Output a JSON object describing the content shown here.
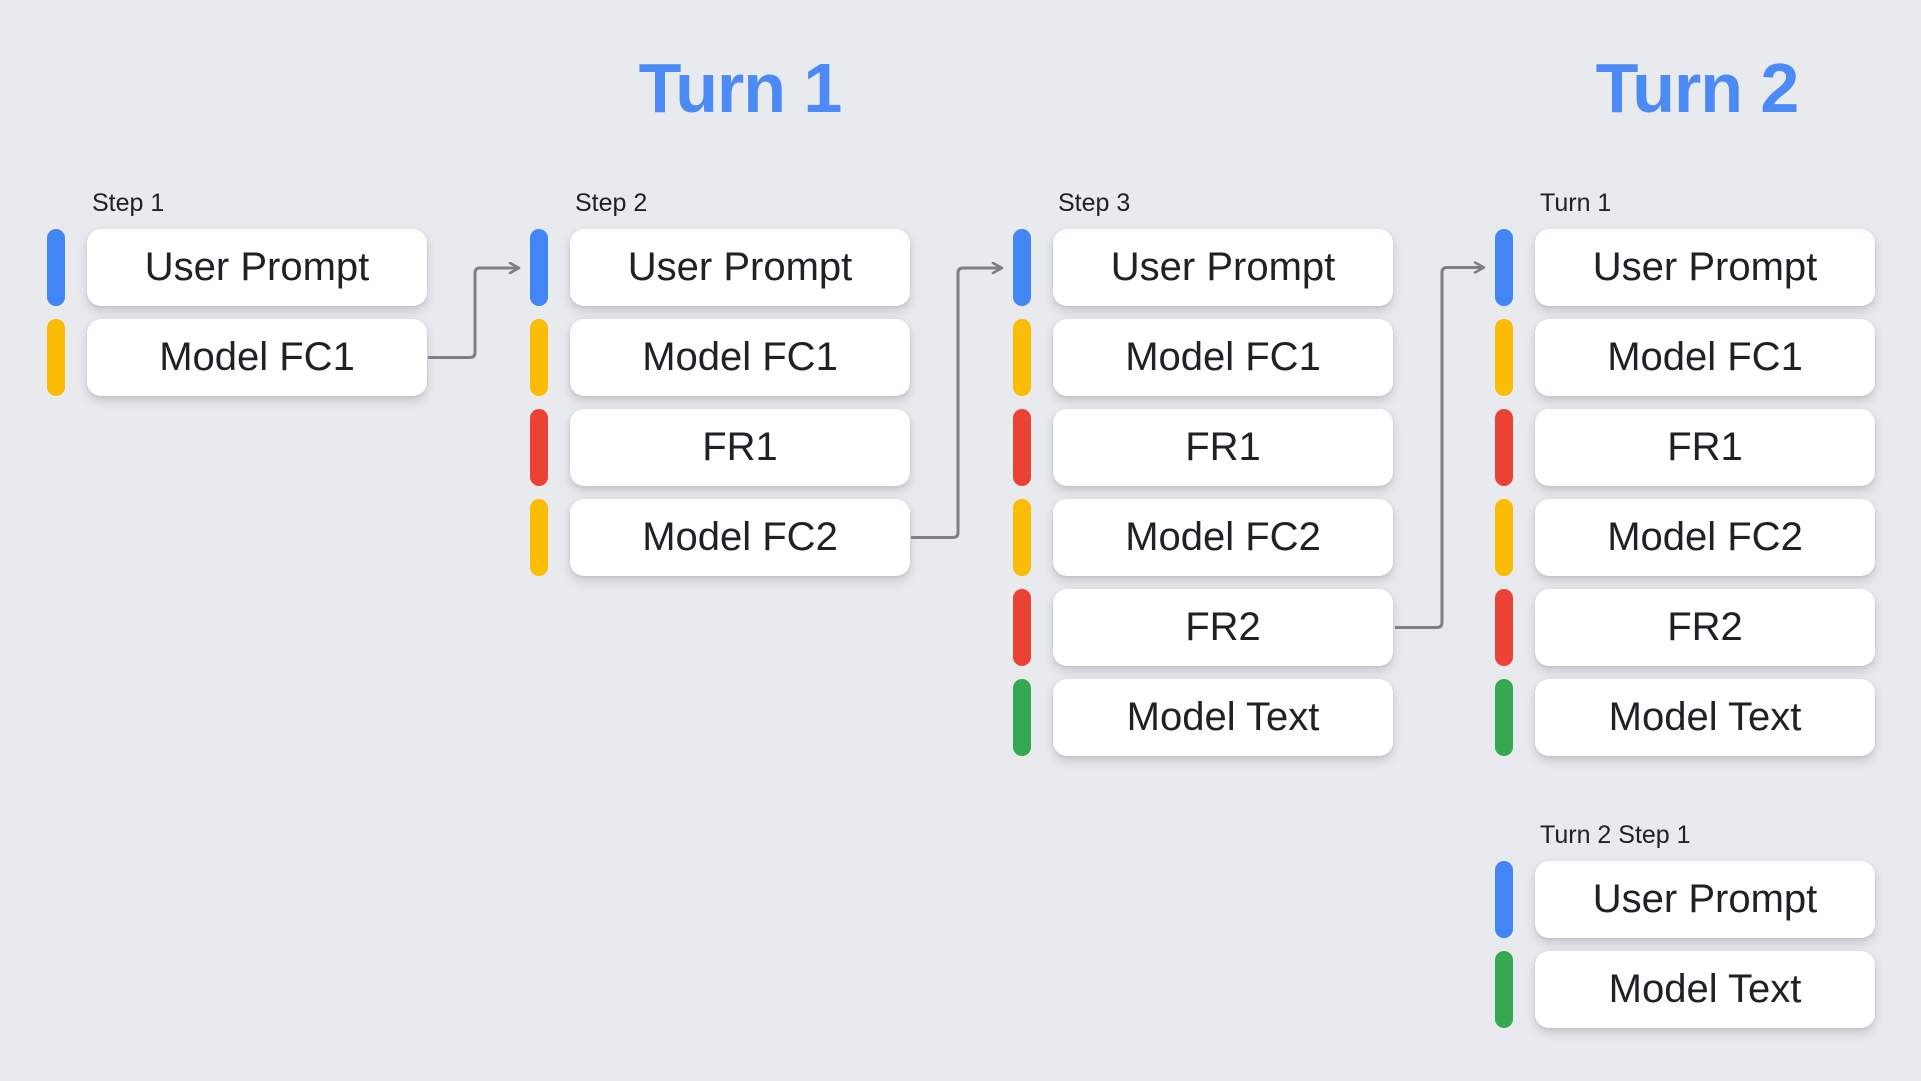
{
  "titles": {
    "turn1": "Turn 1",
    "turn2": "Turn 2"
  },
  "colors": {
    "background": "#e8eaee",
    "card": "#ffffff",
    "text": "#202124",
    "title": "#4c8bf5",
    "arrow": "#7d8187",
    "user_prompt": "#4285f4",
    "model_function_call": "#fbbc05",
    "function_response": "#ea4335",
    "model_text": "#34a853"
  },
  "columns": [
    {
      "label": "Step 1",
      "rows": [
        {
          "text": "User Prompt",
          "type": "user_prompt",
          "color": "#4285f4"
        },
        {
          "text": "Model FC1",
          "type": "model_function_call",
          "color": "#fbbc05"
        }
      ]
    },
    {
      "label": "Step 2",
      "rows": [
        {
          "text": "User Prompt",
          "type": "user_prompt",
          "color": "#4285f4"
        },
        {
          "text": "Model FC1",
          "type": "model_function_call",
          "color": "#fbbc05"
        },
        {
          "text": "FR1",
          "type": "function_response",
          "color": "#ea4335"
        },
        {
          "text": "Model FC2",
          "type": "model_function_call",
          "color": "#fbbc05"
        }
      ]
    },
    {
      "label": "Step 3",
      "rows": [
        {
          "text": "User Prompt",
          "type": "user_prompt",
          "color": "#4285f4"
        },
        {
          "text": "Model FC1",
          "type": "model_function_call",
          "color": "#fbbc05"
        },
        {
          "text": "FR1",
          "type": "function_response",
          "color": "#ea4335"
        },
        {
          "text": "Model FC2",
          "type": "model_function_call",
          "color": "#fbbc05"
        },
        {
          "text": "FR2",
          "type": "function_response",
          "color": "#ea4335"
        },
        {
          "text": "Model Text",
          "type": "model_text",
          "color": "#34a853"
        }
      ]
    },
    {
      "label": "Turn 1",
      "rows": [
        {
          "text": "User Prompt",
          "type": "user_prompt",
          "color": "#4285f4"
        },
        {
          "text": "Model FC1",
          "type": "model_function_call",
          "color": "#fbbc05"
        },
        {
          "text": "FR1",
          "type": "function_response",
          "color": "#ea4335"
        },
        {
          "text": "Model FC2",
          "type": "model_function_call",
          "color": "#fbbc05"
        },
        {
          "text": "FR2",
          "type": "function_response",
          "color": "#ea4335"
        },
        {
          "text": "Model Text",
          "type": "model_text",
          "color": "#34a853"
        }
      ]
    },
    {
      "label": "Turn 2 Step 1",
      "rows": [
        {
          "text": "User Prompt",
          "type": "user_prompt",
          "color": "#4285f4"
        },
        {
          "text": "Model Text",
          "type": "model_text",
          "color": "#34a853"
        }
      ]
    }
  ],
  "connections": [
    {
      "from": "Step 1 / Model FC1",
      "to": "Step 2 / User Prompt"
    },
    {
      "from": "Step 2 / Model FC2",
      "to": "Step 3 / User Prompt"
    },
    {
      "from": "Step 3 / FR2",
      "to": "Turn 1 / User Prompt"
    }
  ]
}
